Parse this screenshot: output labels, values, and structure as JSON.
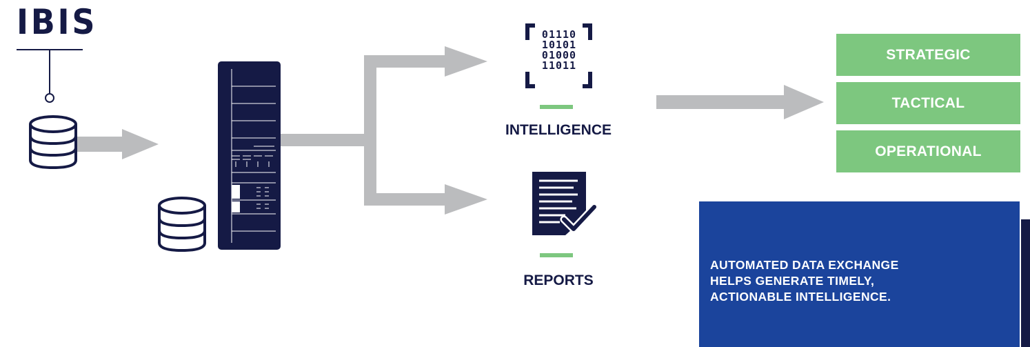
{
  "logo": {
    "text": "IBIS"
  },
  "intelligence": {
    "label": "INTELLIGENCE",
    "binary_lines": [
      "01110",
      "10101",
      "01000",
      "11011"
    ]
  },
  "reports": {
    "label": "REPORTS"
  },
  "levels": [
    "STRATEGIC",
    "TACTICAL",
    "OPERATIONAL"
  ],
  "callout": {
    "text": "AUTOMATED DATA EXCHANGE HELPS GENERATE TIMELY, ACTIONABLE INTELLIGENCE."
  },
  "colors": {
    "navy": "#151a45",
    "green": "#7dc77f",
    "blue": "#1b449c",
    "arrow_gray": "#bbbcbe"
  }
}
